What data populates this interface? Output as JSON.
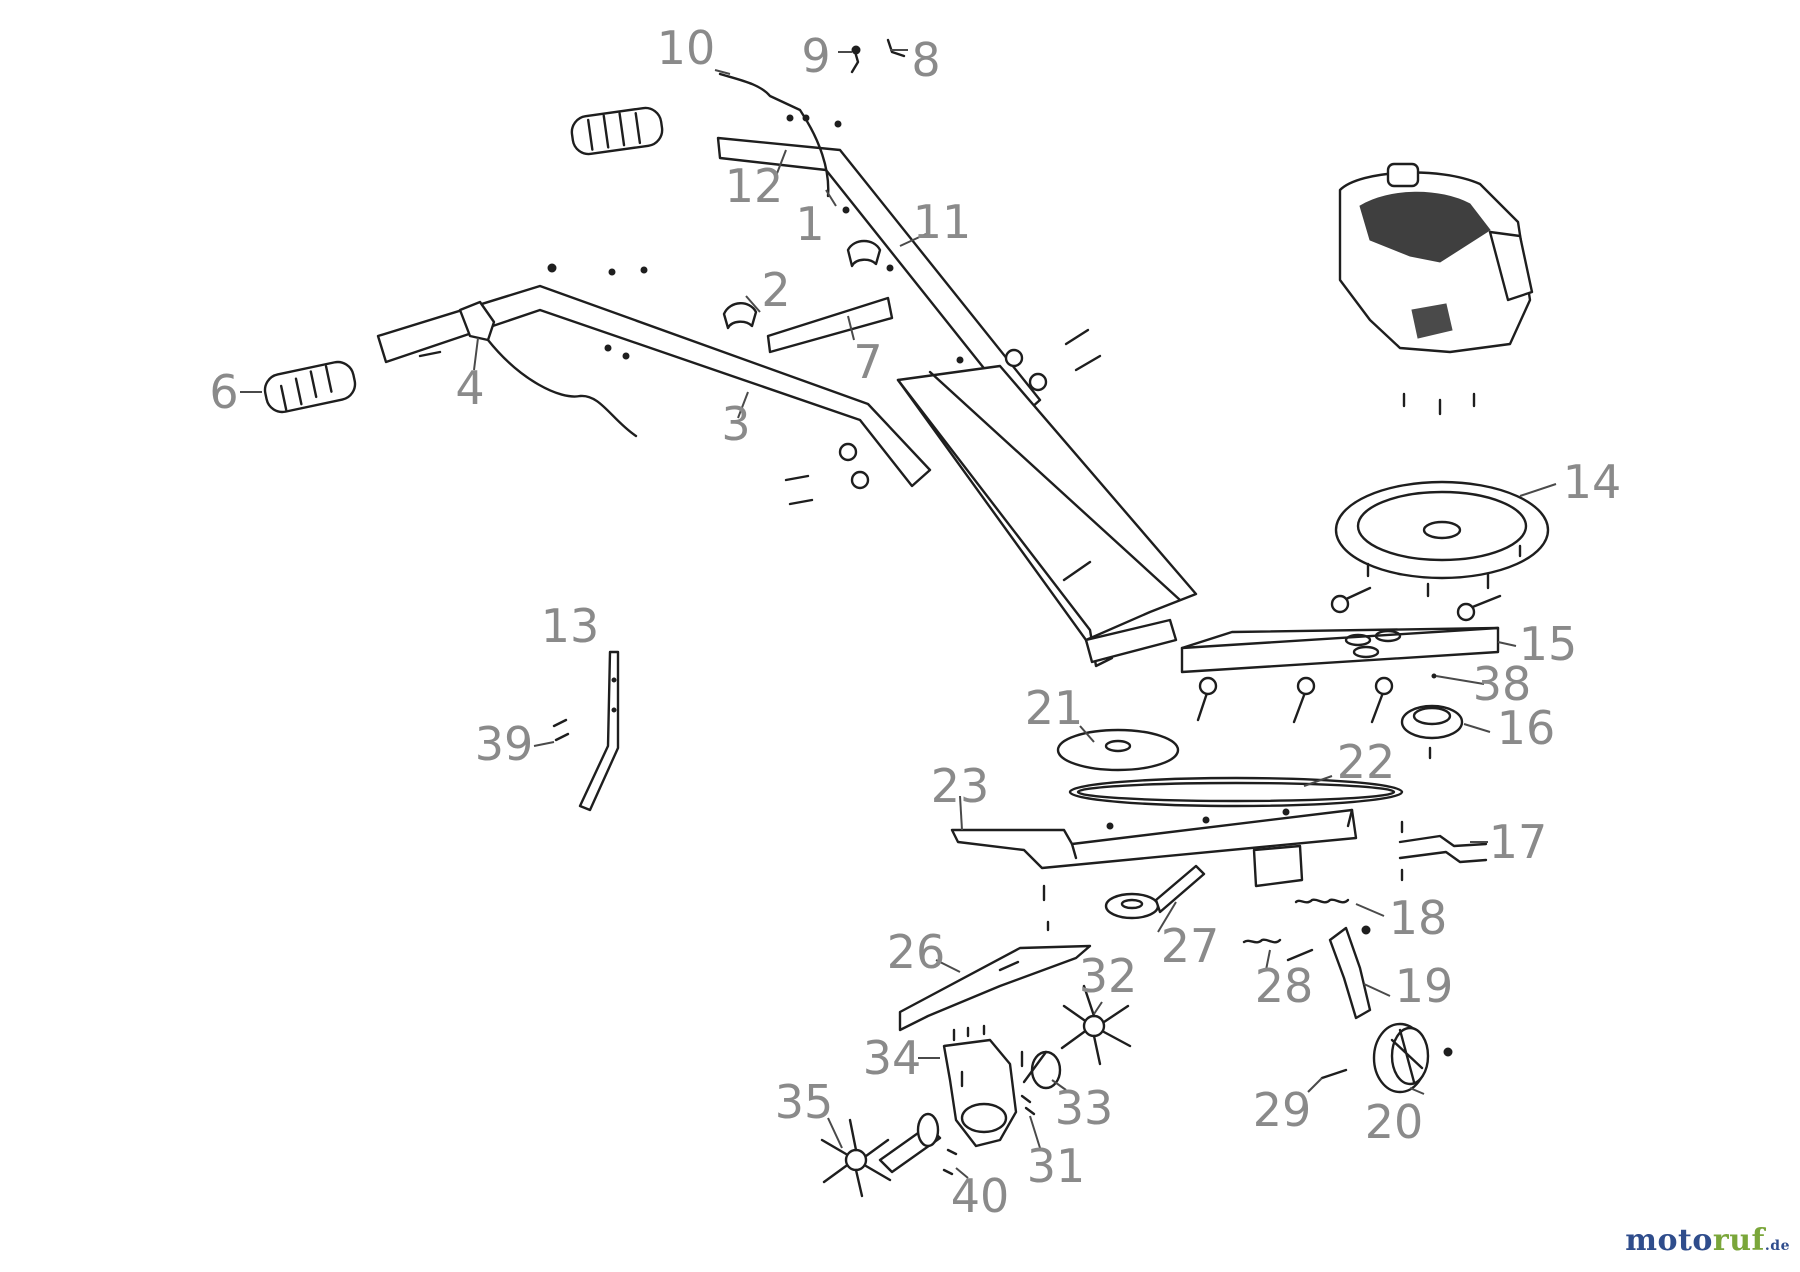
{
  "callouts": [
    "1",
    "2",
    "3",
    "4",
    "6",
    "7",
    "8",
    "9",
    "10",
    "11",
    "12",
    "13",
    "14",
    "15",
    "16",
    "17",
    "18",
    "19",
    "20",
    "21",
    "22",
    "23",
    "26",
    "27",
    "28",
    "29",
    "31",
    "32",
    "33",
    "34",
    "35",
    "38",
    "39",
    "40"
  ],
  "brand": {
    "name_part1": "moto",
    "name_part2": "ruf",
    "suffix": ".de",
    "color_primary": "#2f4d8c",
    "color_accent": "#7aa63a"
  },
  "colors": {
    "line": "#1e1e1e",
    "callout": "#8a8a8a"
  }
}
